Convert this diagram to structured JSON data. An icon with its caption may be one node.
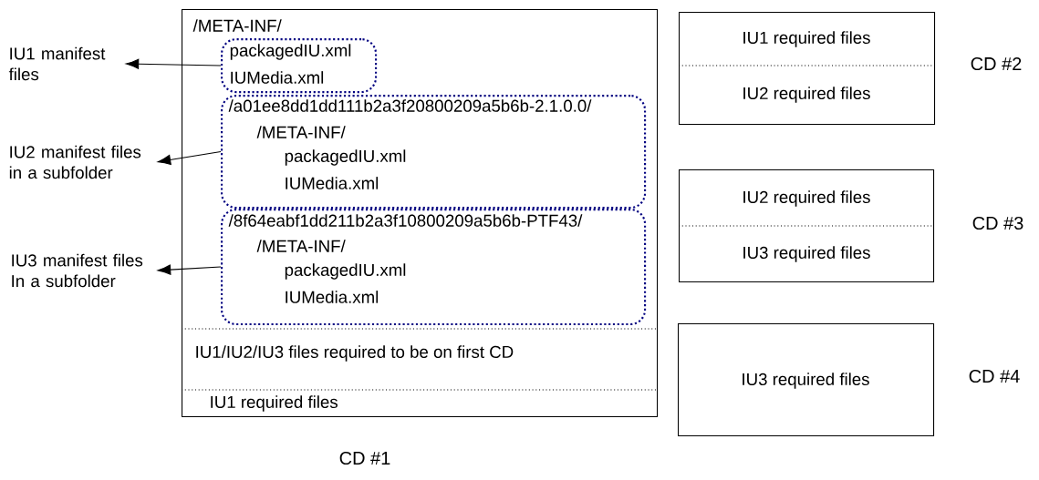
{
  "diagram": {
    "nodes": [
      {
        "text": [
          "/META-INF/",
          "IU1/IU2/IU3 files required to be on first CD",
          "IU1 required files"
        ],
        "beside": [
          "CD #1"
        ]
      },
      {
        "text": [
          "packagedIU.xml",
          "IUMedia.xml"
        ],
        "in": 0
      },
      {
        "text": [
          "/a01ee8dd1dd111b2a3f20800209a5b6b-2.1.0.0/",
          "/META-INF/",
          "packagedIU.xml",
          "IUMedia.xml"
        ],
        "in": 0
      },
      {
        "text": [
          "/8f64eabf1dd211b2a3f10800209a5b6b-PTF43/",
          "/META-INF/",
          "packagedIU.xml",
          "IUMedia.xml"
        ],
        "in": 0
      },
      {
        "text": [
          "IU1 manifest files"
        ]
      },
      {
        "text": [
          "IU2 manifest files in a subfolder"
        ]
      },
      {
        "text": [
          "IU3 manifest files In a subfolder"
        ]
      },
      {
        "text": [
          "IU1 required files",
          "IU2 required files"
        ],
        "beside": [
          "CD #2"
        ]
      },
      {
        "text": [
          "IU2 required files",
          "IU3 required files"
        ],
        "beside": [
          "CD #3"
        ]
      },
      {
        "text": [
          "IU3 required files"
        ],
        "beside": [
          "CD #4"
        ]
      }
    ],
    "edges": [
      {
        "from": 1,
        "to": 4,
        "arrow": "to"
      },
      {
        "from": 2,
        "to": 5,
        "arrow": "to"
      },
      {
        "from": 3,
        "to": 6,
        "arrow": "to"
      }
    ]
  }
}
